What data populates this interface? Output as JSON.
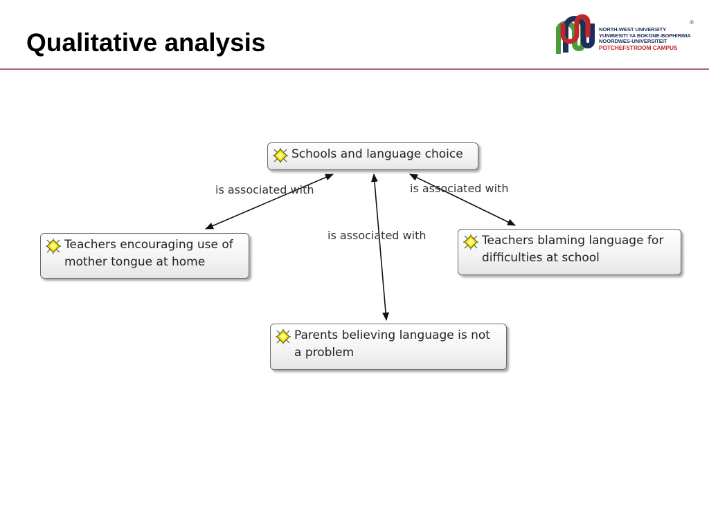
{
  "slide": {
    "title": "Qualitative analysis"
  },
  "logo": {
    "lines": [
      "NORTH-WEST UNIVERSITY",
      "YUNIBESITI YA BOKONE-BOPHIRIMA",
      "NOORDWES-UNIVERSITEIT"
    ],
    "campus": "POTCHEFSTROOM CAMPUS",
    "registered": "®",
    "colors": {
      "navy": "#1e2d5c",
      "red": "#c0272d",
      "green": "#4a9c3a"
    }
  },
  "diagram": {
    "nodes": [
      {
        "id": "schools",
        "label": "Schools and language choice",
        "icon": "code-icon"
      },
      {
        "id": "teachers_mother",
        "label": "Teachers encouraging use of mother tongue at home",
        "icon": "code-icon"
      },
      {
        "id": "teachers_blaming",
        "label": "Teachers blaming language for difficulties at school",
        "icon": "code-icon"
      },
      {
        "id": "parents",
        "label": "Parents believing language is not a problem",
        "icon": "code-icon"
      }
    ],
    "edges": [
      {
        "from": "schools",
        "to": "teachers_mother",
        "label": "is associated with",
        "directed": "both"
      },
      {
        "from": "schools",
        "to": "parents",
        "label": "is associated with",
        "directed": "both"
      },
      {
        "from": "schools",
        "to": "teachers_blaming",
        "label": "is associated with",
        "directed": "both"
      }
    ]
  }
}
